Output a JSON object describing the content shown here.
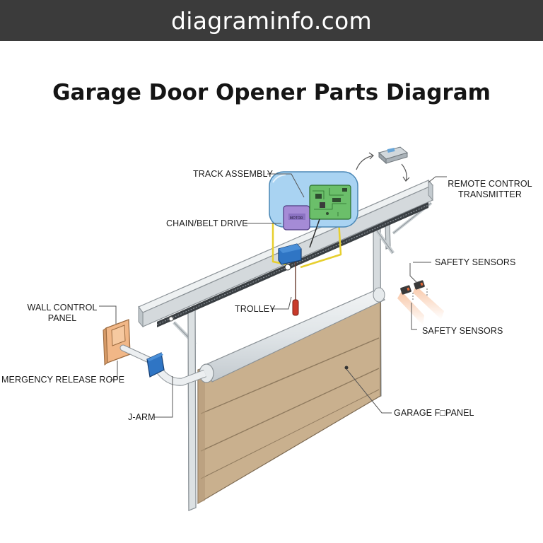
{
  "site_banner": "diagraminfo.com",
  "title": "Garage Door Opener Parts Diagram",
  "labels": {
    "track_assembly": "TRACK ASSEMBLY",
    "chain_belt_drive": "CHAIN/BELT DRIVE",
    "remote_control_transmitter_line1": "REMOTE CONTROL",
    "remote_control_transmitter_line2": "TRANSMITTER",
    "safety_sensors_top": "SAFETY SENSORS",
    "safety_sensors_bottom": "SAFETY SENSORS",
    "wall_control_panel_line1": "WALL CONTROL",
    "wall_control_panel_line2": "PANEL",
    "trolley": "TROLLEY",
    "emergency_release_rope": "MERGENCY RELEASE ROPE",
    "j_arm": "J-ARM",
    "garage_door_panel": "GARAGE F□PANEL",
    "motor_chip": "MOTOR"
  },
  "colors": {
    "banner_bg": "#3b3b3b",
    "motor_housing": "#a9d3f2",
    "circuit_board": "#6bbf6a",
    "motor_unit": "#a58bd6",
    "door_panel": "#c9b08e",
    "track_metal": "#d4d9dc",
    "trolley": "#2f75c4",
    "wiring": "#e7cf2e",
    "wall_panel": "#f1b787",
    "release_handle": "#c93a2a"
  }
}
